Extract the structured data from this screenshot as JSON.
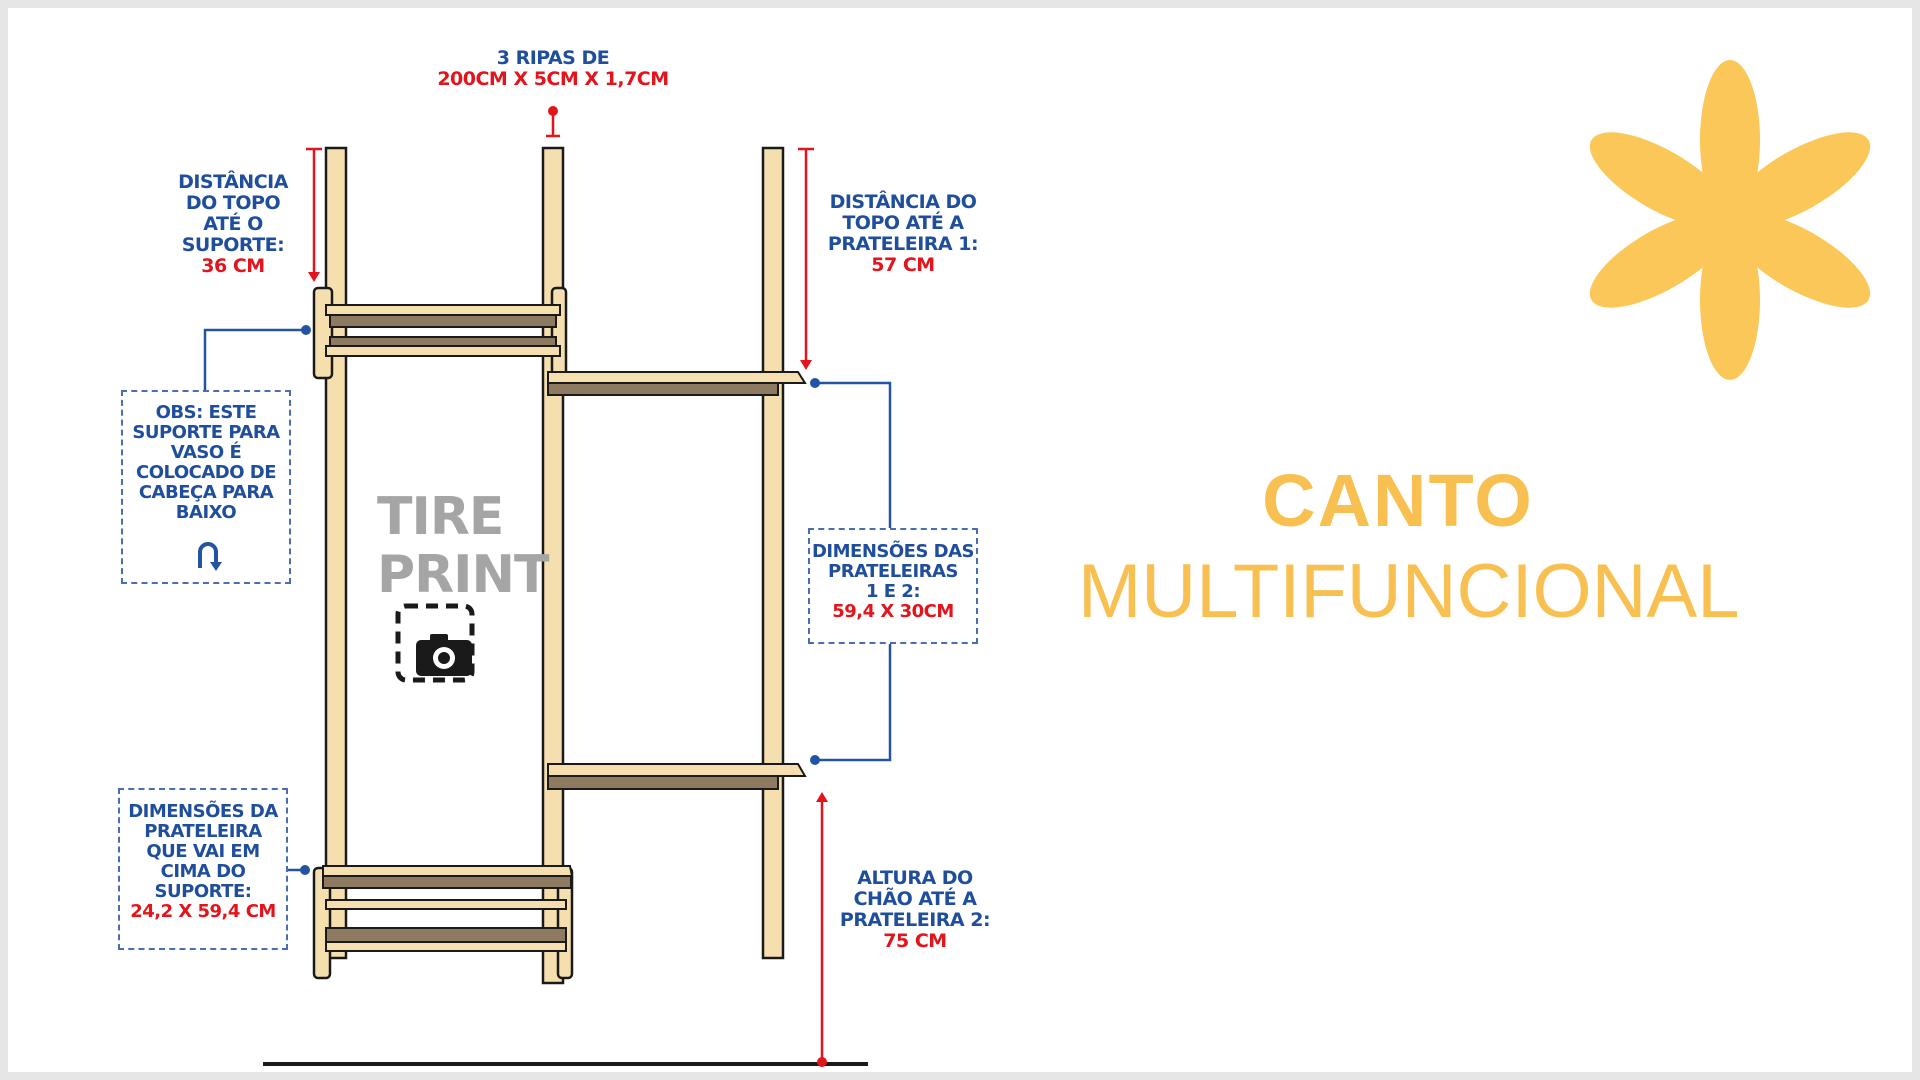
{
  "top_label": {
    "line1": "3 RIPAS DE",
    "value": "200CM X 5CM X 1,7CM"
  },
  "left_top_label": {
    "lines": [
      "DISTÂNCIA",
      "DO TOPO",
      "ATÉ O",
      "SUPORTE:"
    ],
    "value": "36 CM"
  },
  "right_top_label": {
    "lines": [
      "DISTÂNCIA DO",
      "TOPO ATÉ A",
      "PRATELEIRA 1:"
    ],
    "value": "57 CM"
  },
  "obs_box": {
    "lines": [
      "OBS: ESTE",
      "SUPORTE PARA",
      "VASO É",
      "COLOCADO DE",
      "CABEÇA PARA",
      "BAIXO"
    ],
    "icon": "u-turn-down-arrow-icon"
  },
  "shelf_dims_box": {
    "lines": [
      "DIMENSÕES DAS",
      "PRATELEIRAS",
      "1 E 2:"
    ],
    "value": "59,4 X 30CM"
  },
  "support_shelf_box": {
    "lines": [
      "DIMENSÕES DA",
      "PRATELEIRA",
      "QUE VAI EM",
      "CIMA DO",
      "SUPORTE:"
    ],
    "value": "24,2 X 59,4 CM"
  },
  "height_label": {
    "lines": [
      "ALTURA DO",
      "CHÃO ATÉ A",
      "PRATELEIRA 2:"
    ],
    "value": "75 CM"
  },
  "watermark": {
    "line1": "TIRE",
    "line2": "PRINT",
    "icon": "screenshot-camera-icon"
  },
  "title": {
    "line1": "CANTO",
    "line2": "MULTIFUNCIONAL"
  },
  "colors": {
    "blue_text": "#1f4e9c",
    "red_value": "#e3141b",
    "title_yellow": "#f8c050",
    "wood": "#f6dfae",
    "shelf": "#8e7a60",
    "flower": "#fbc759"
  }
}
